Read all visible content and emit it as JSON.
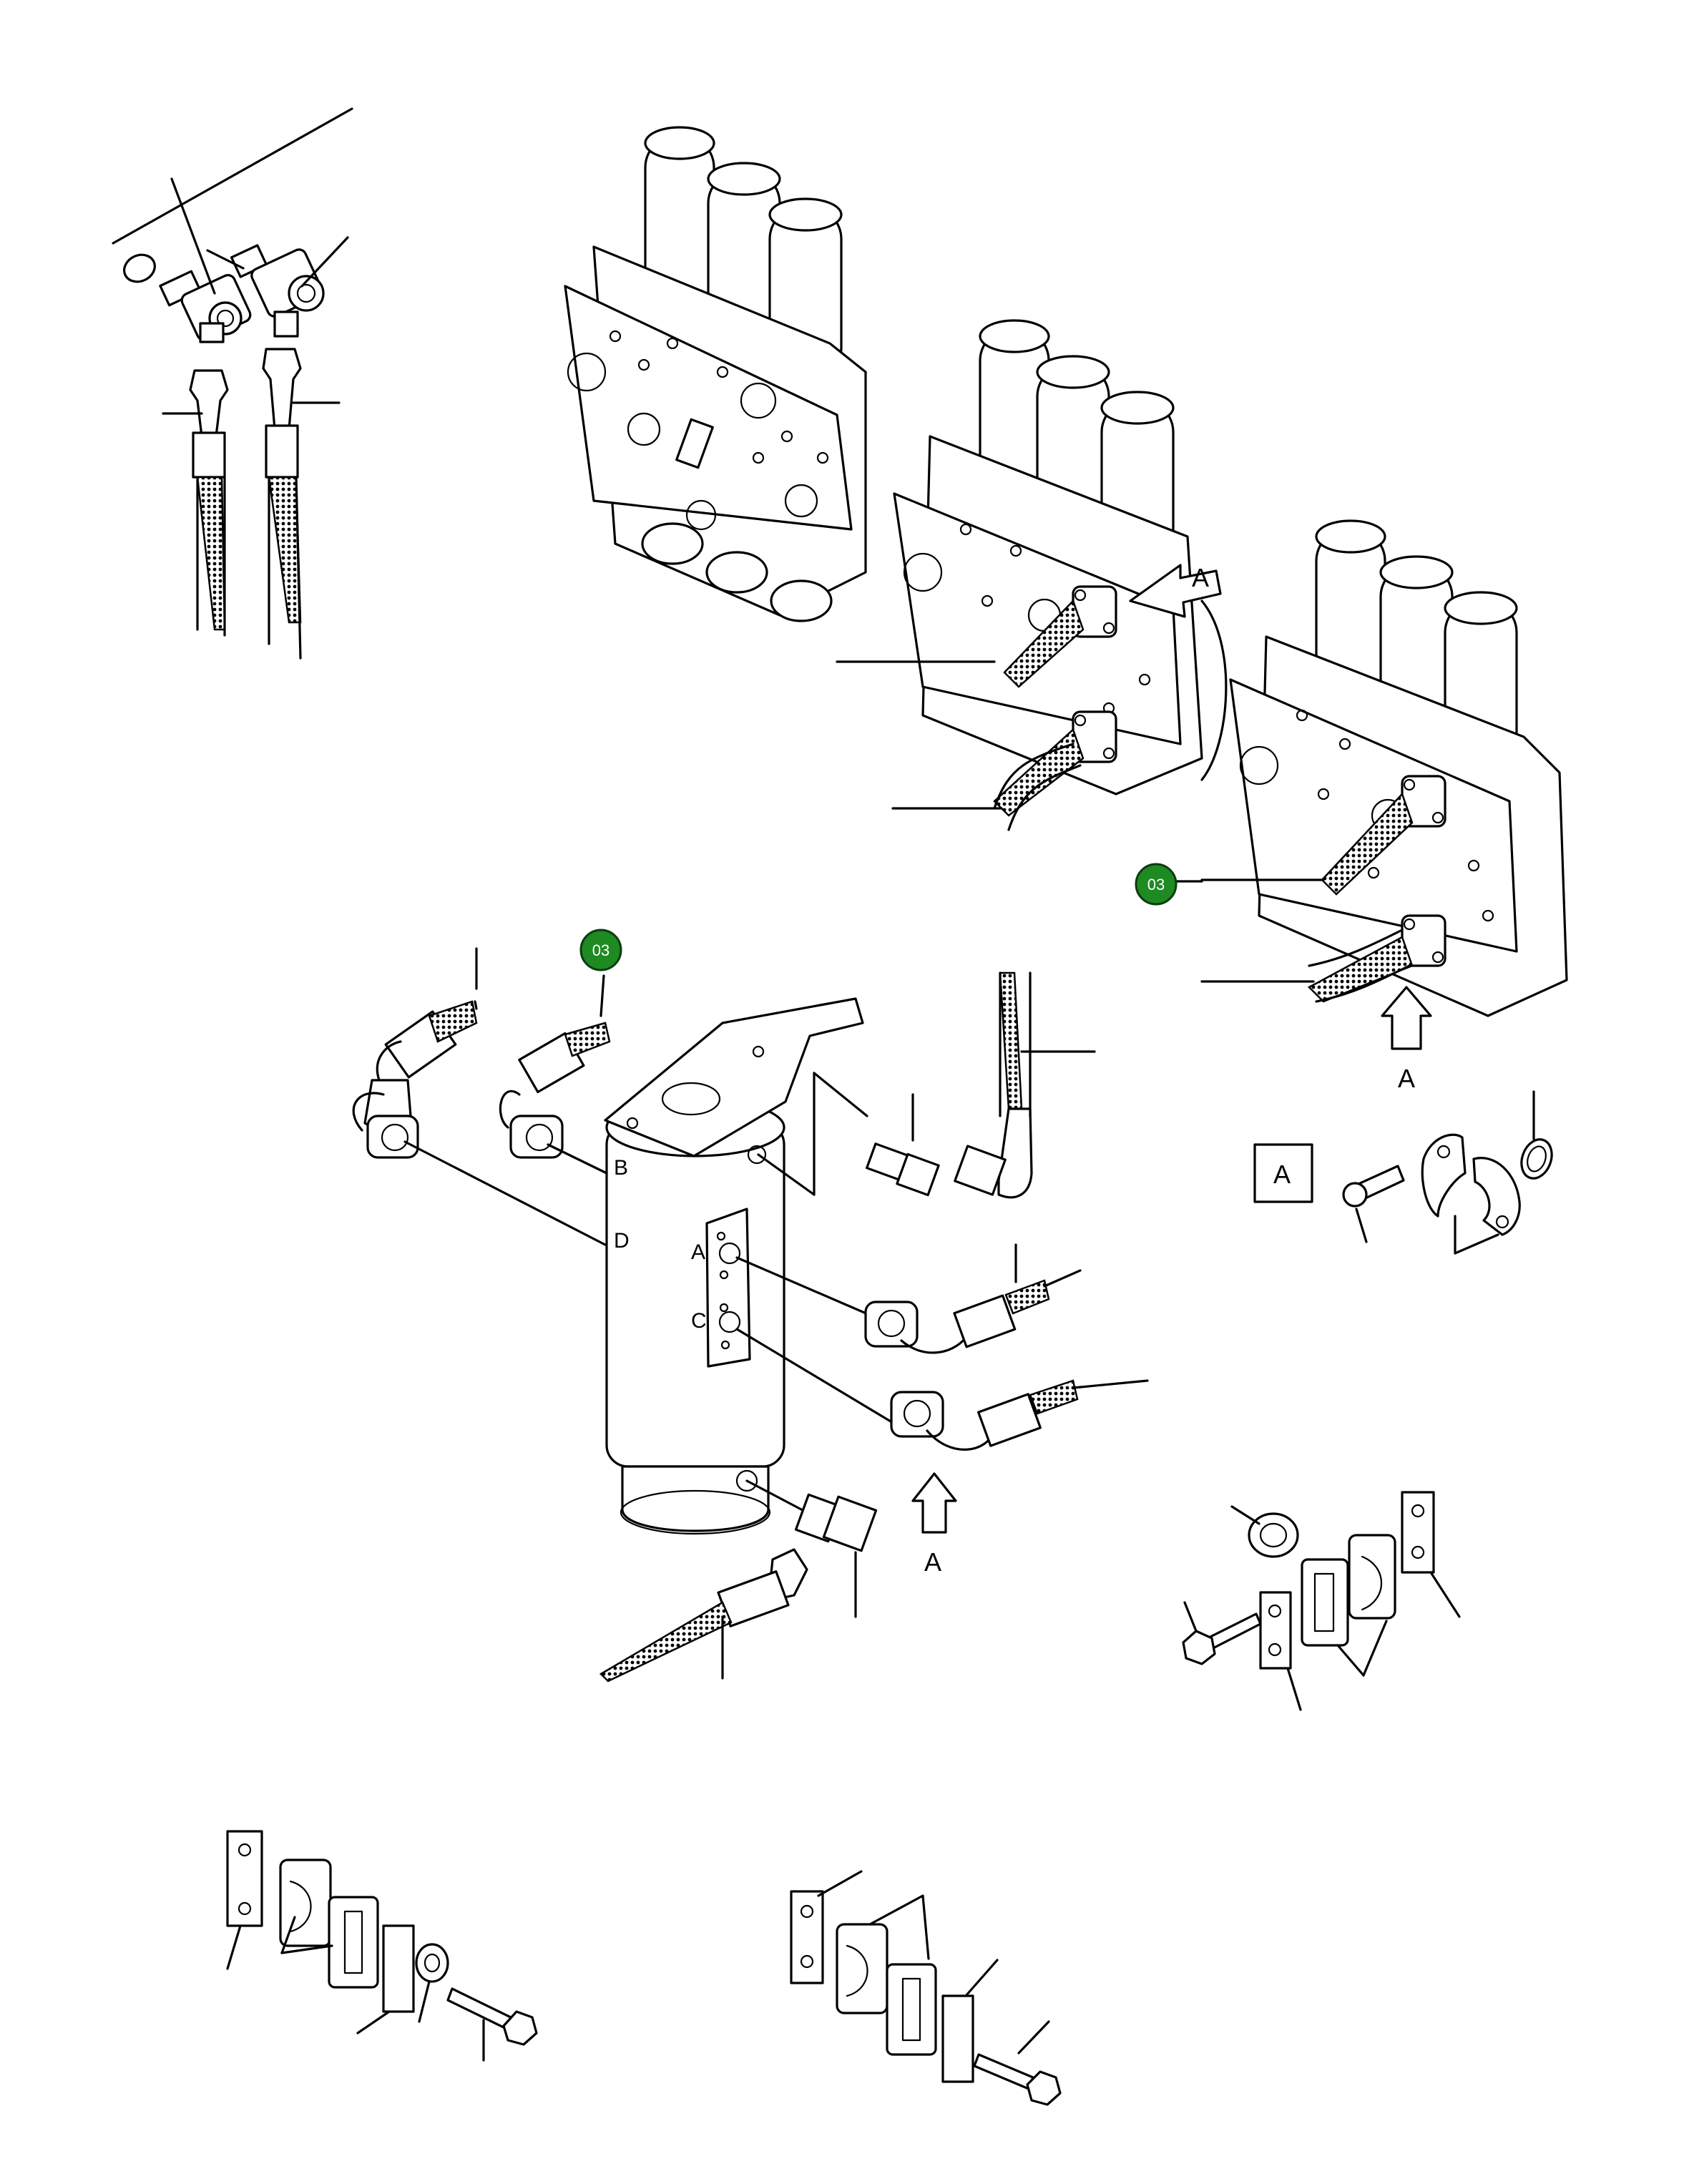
{
  "callouts": [
    {
      "id": "03",
      "color": "#1e8a22"
    },
    {
      "id": "03",
      "color": "#1e8a22"
    }
  ],
  "view_labels": {
    "valve_view_arrow": "A",
    "valve_bottom_arrow": "A",
    "detail_box": "A",
    "filter_arrow": "A"
  },
  "port_labels": {
    "b": "B",
    "d": "D",
    "a": "A",
    "c": "C"
  }
}
